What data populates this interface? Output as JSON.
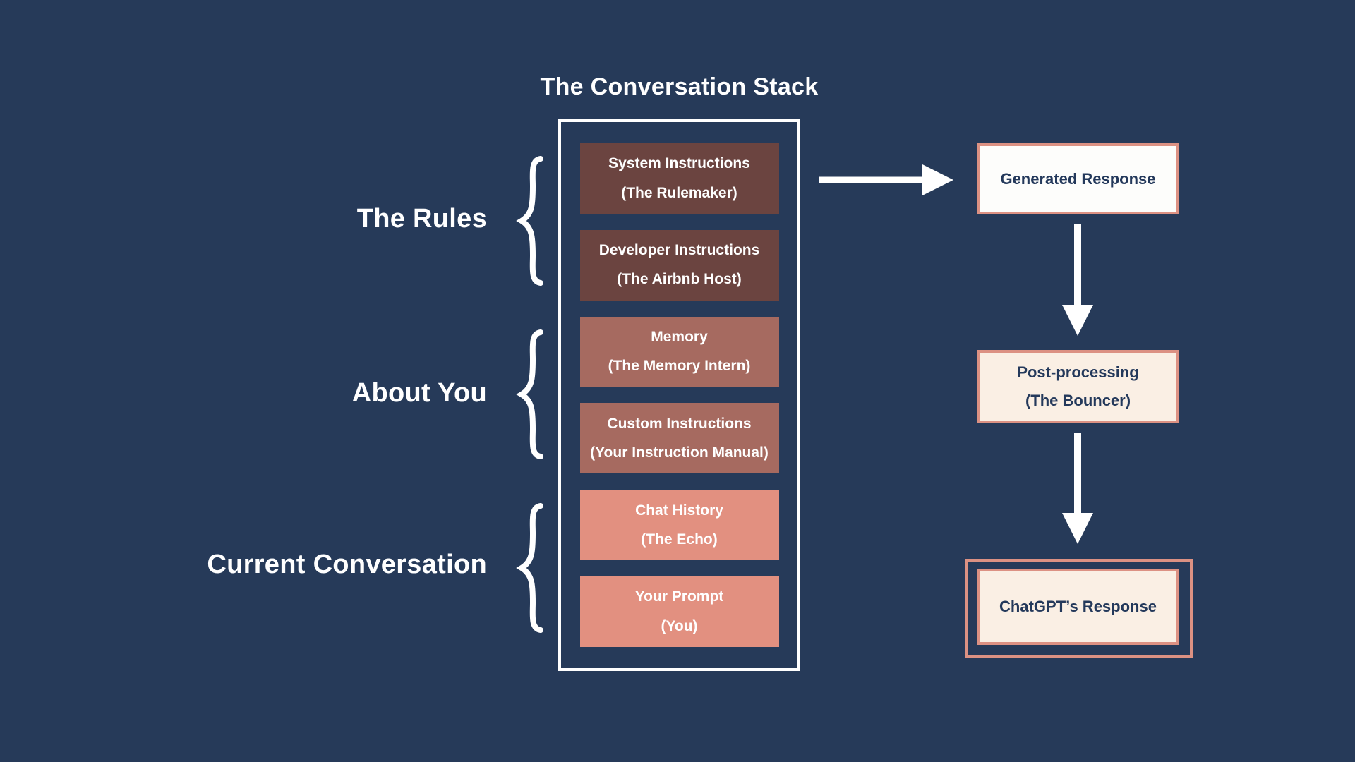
{
  "title": "The Conversation Stack",
  "colors": {
    "background": "#263a59",
    "text_light": "#ffffff",
    "text_dark": "#24395b",
    "box_dark": "#6b4440",
    "box_mid": "#a66a60",
    "box_light": "#e29080",
    "accent_border": "#dc9183",
    "cream": "#faefe4",
    "white_box": "#fdfdfb"
  },
  "stack": {
    "items": [
      {
        "line1": "System Instructions",
        "line2": "(The Rulemaker)"
      },
      {
        "line1": "Developer Instructions",
        "line2": "(The Airbnb Host)"
      },
      {
        "line1": "Memory",
        "line2": "(The Memory Intern)"
      },
      {
        "line1": "Custom Instructions",
        "line2": "(Your Instruction Manual)"
      },
      {
        "line1": "Chat History",
        "line2": "(The Echo)"
      },
      {
        "line1": "Your Prompt",
        "line2": "(You)"
      }
    ]
  },
  "groups": [
    {
      "label": "The Rules"
    },
    {
      "label": "About You"
    },
    {
      "label": "Current Conversation"
    }
  ],
  "flow": {
    "generated": {
      "label": "Generated Response"
    },
    "postprocessing": {
      "line1": "Post-processing",
      "line2": "(The Bouncer)"
    },
    "final": {
      "label": "ChatGPT’s Response"
    }
  }
}
